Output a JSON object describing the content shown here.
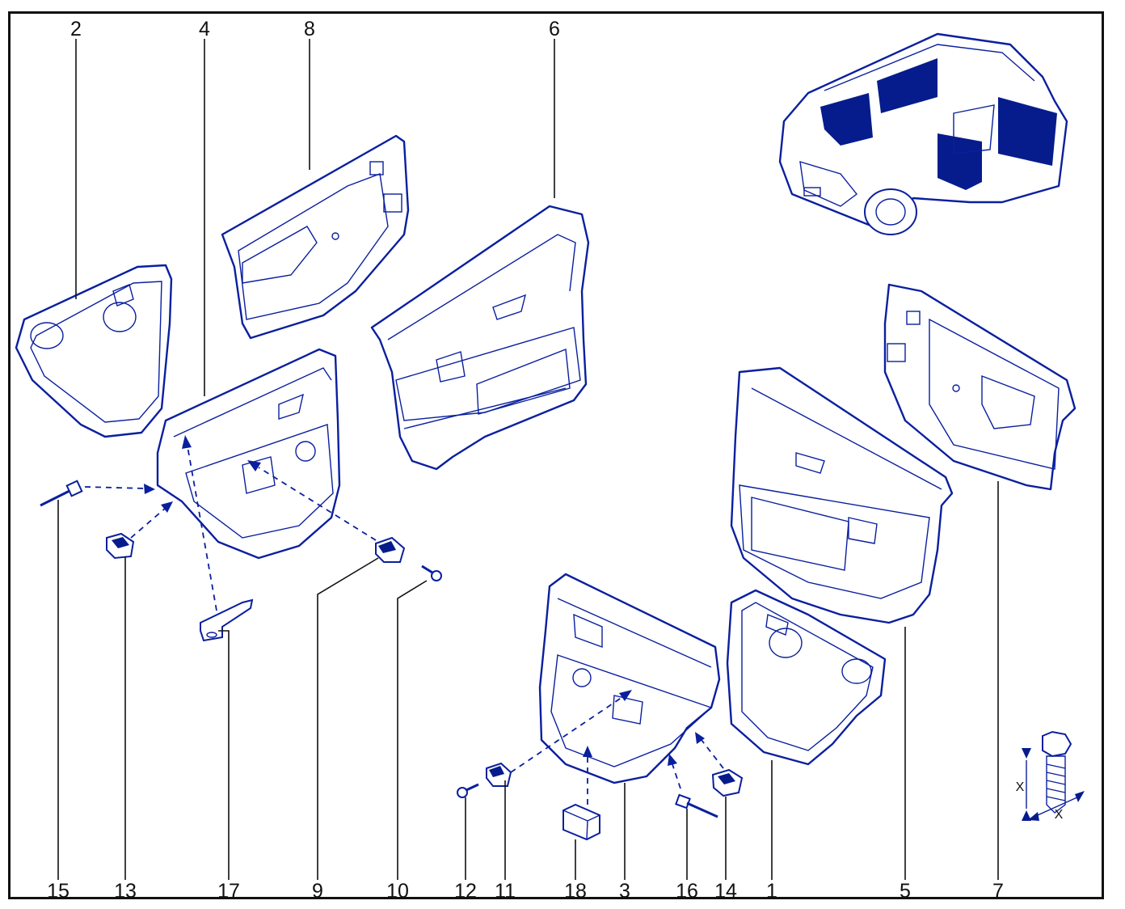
{
  "diagram": {
    "part_labels": {
      "p1": "1",
      "p2": "2",
      "p3": "3",
      "p4": "4",
      "p5": "5",
      "p6": "6",
      "p7": "7",
      "p8": "8",
      "p9": "9",
      "p10": "10",
      "p11": "11",
      "p12": "12",
      "p13": "13",
      "p14": "14",
      "p15": "15",
      "p16": "16",
      "p17": "17",
      "p18": "18"
    },
    "torque_marker": "X",
    "colors": {
      "line": "#0a1f9e",
      "fill_highlight": "#061c8c",
      "frame": "#111111"
    }
  }
}
